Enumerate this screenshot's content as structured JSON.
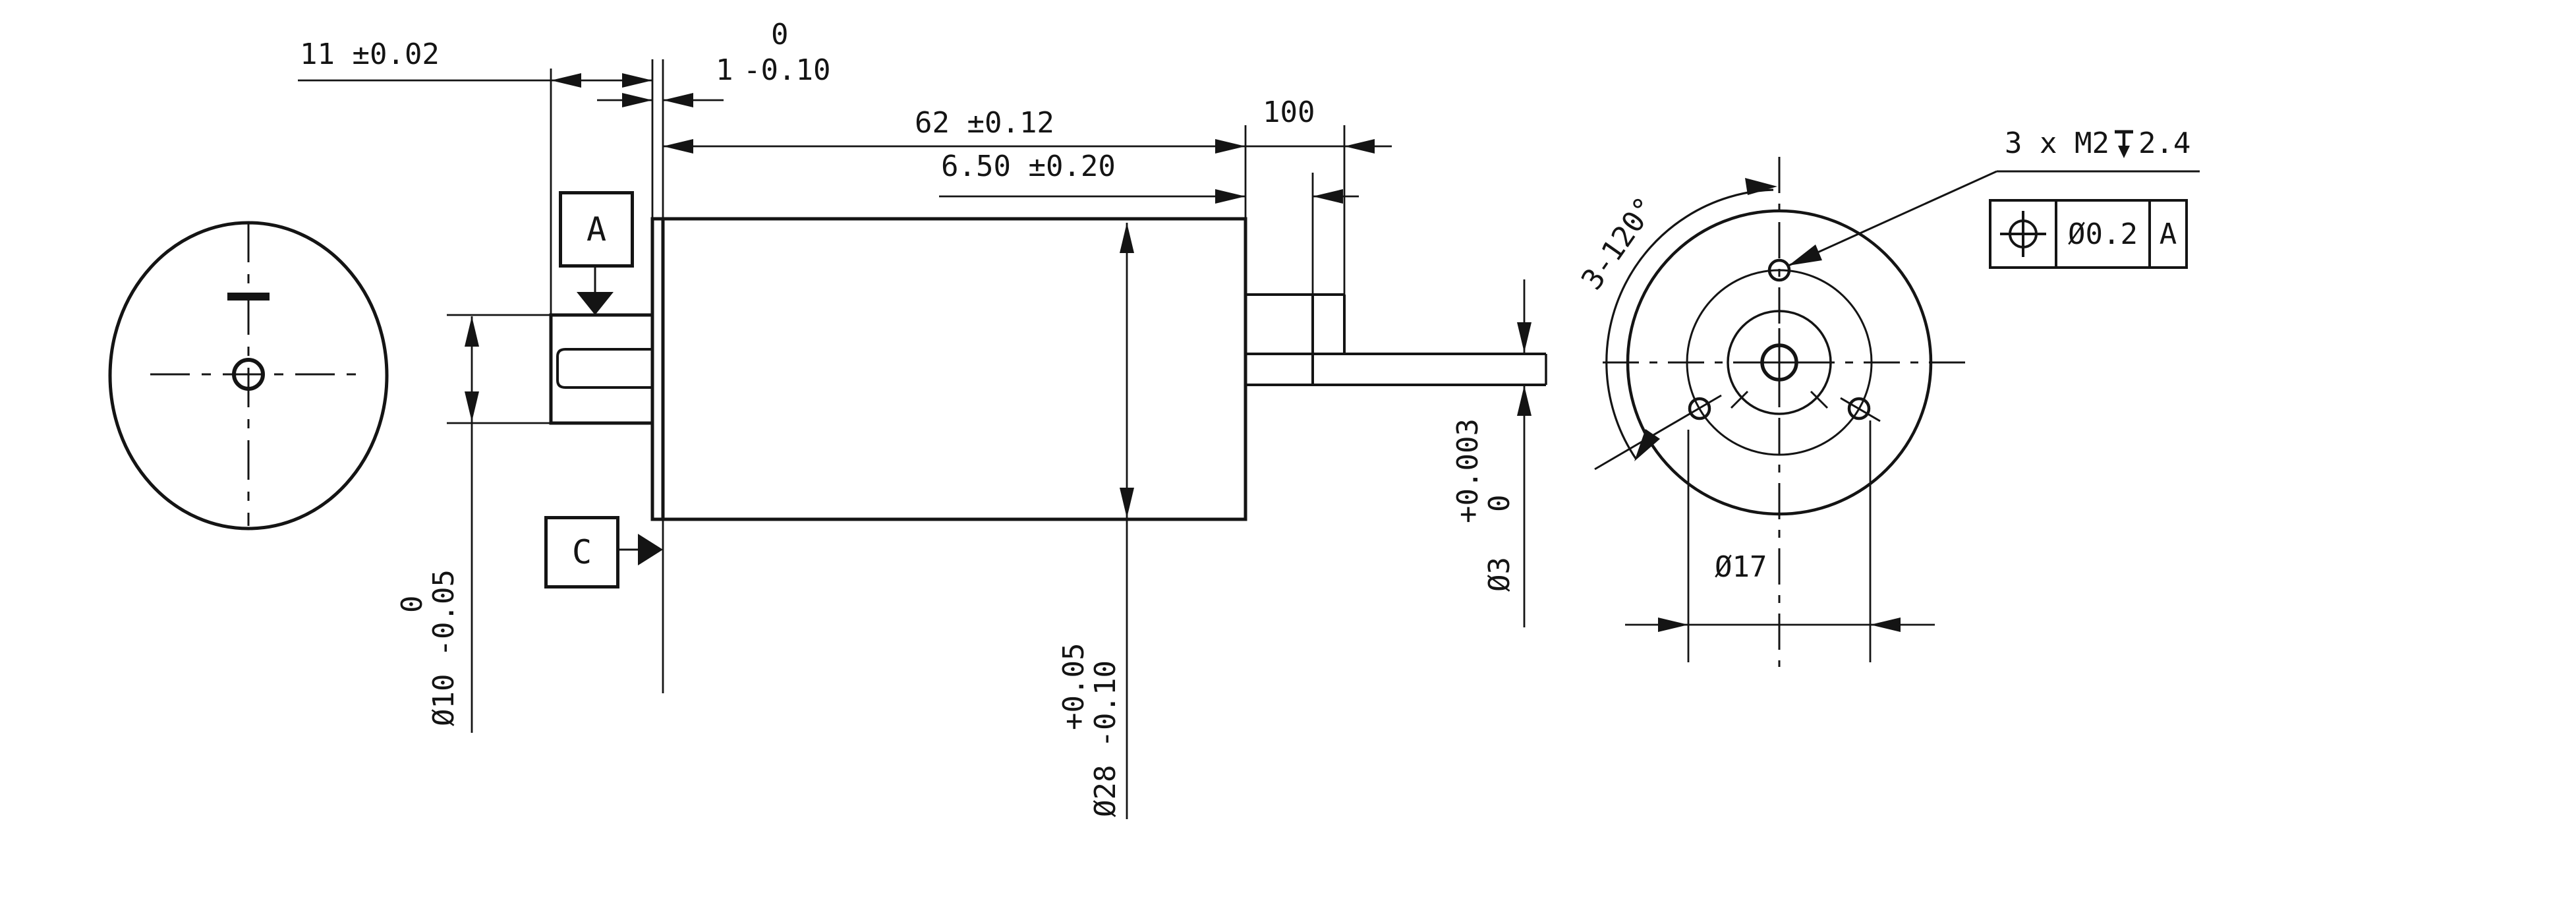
{
  "colors": {
    "background": "#ffffff",
    "line": "#141414"
  },
  "side_view": {
    "boss_length": "11 ±0.02",
    "flange_thickness": {
      "value": "1",
      "upper": "0",
      "lower": "-0.10"
    },
    "body_length": "62 ±0.12",
    "step_length": "6.50 ±0.20",
    "rear_boss_length": "100",
    "boss_dia": {
      "value": "Ø10",
      "upper": "0",
      "lower": "-0.05"
    },
    "body_dia": {
      "value": "Ø28",
      "upper": "+0.05",
      "lower": "-0.10"
    },
    "shaft_dia": {
      "value": "Ø3",
      "upper": "+0.003",
      "lower": "0"
    },
    "datum_a": "A",
    "datum_c": "C"
  },
  "end_view": {
    "hole_pattern_angle": "3-120°",
    "bolt_circle_dia": "Ø17",
    "thread_callout": {
      "prefix": "3 x M2",
      "depth_symbol": "↧",
      "depth": "2.4"
    },
    "position_tolerance": {
      "symbol": "⌖",
      "value": "Ø0.2",
      "datum": "A"
    }
  }
}
